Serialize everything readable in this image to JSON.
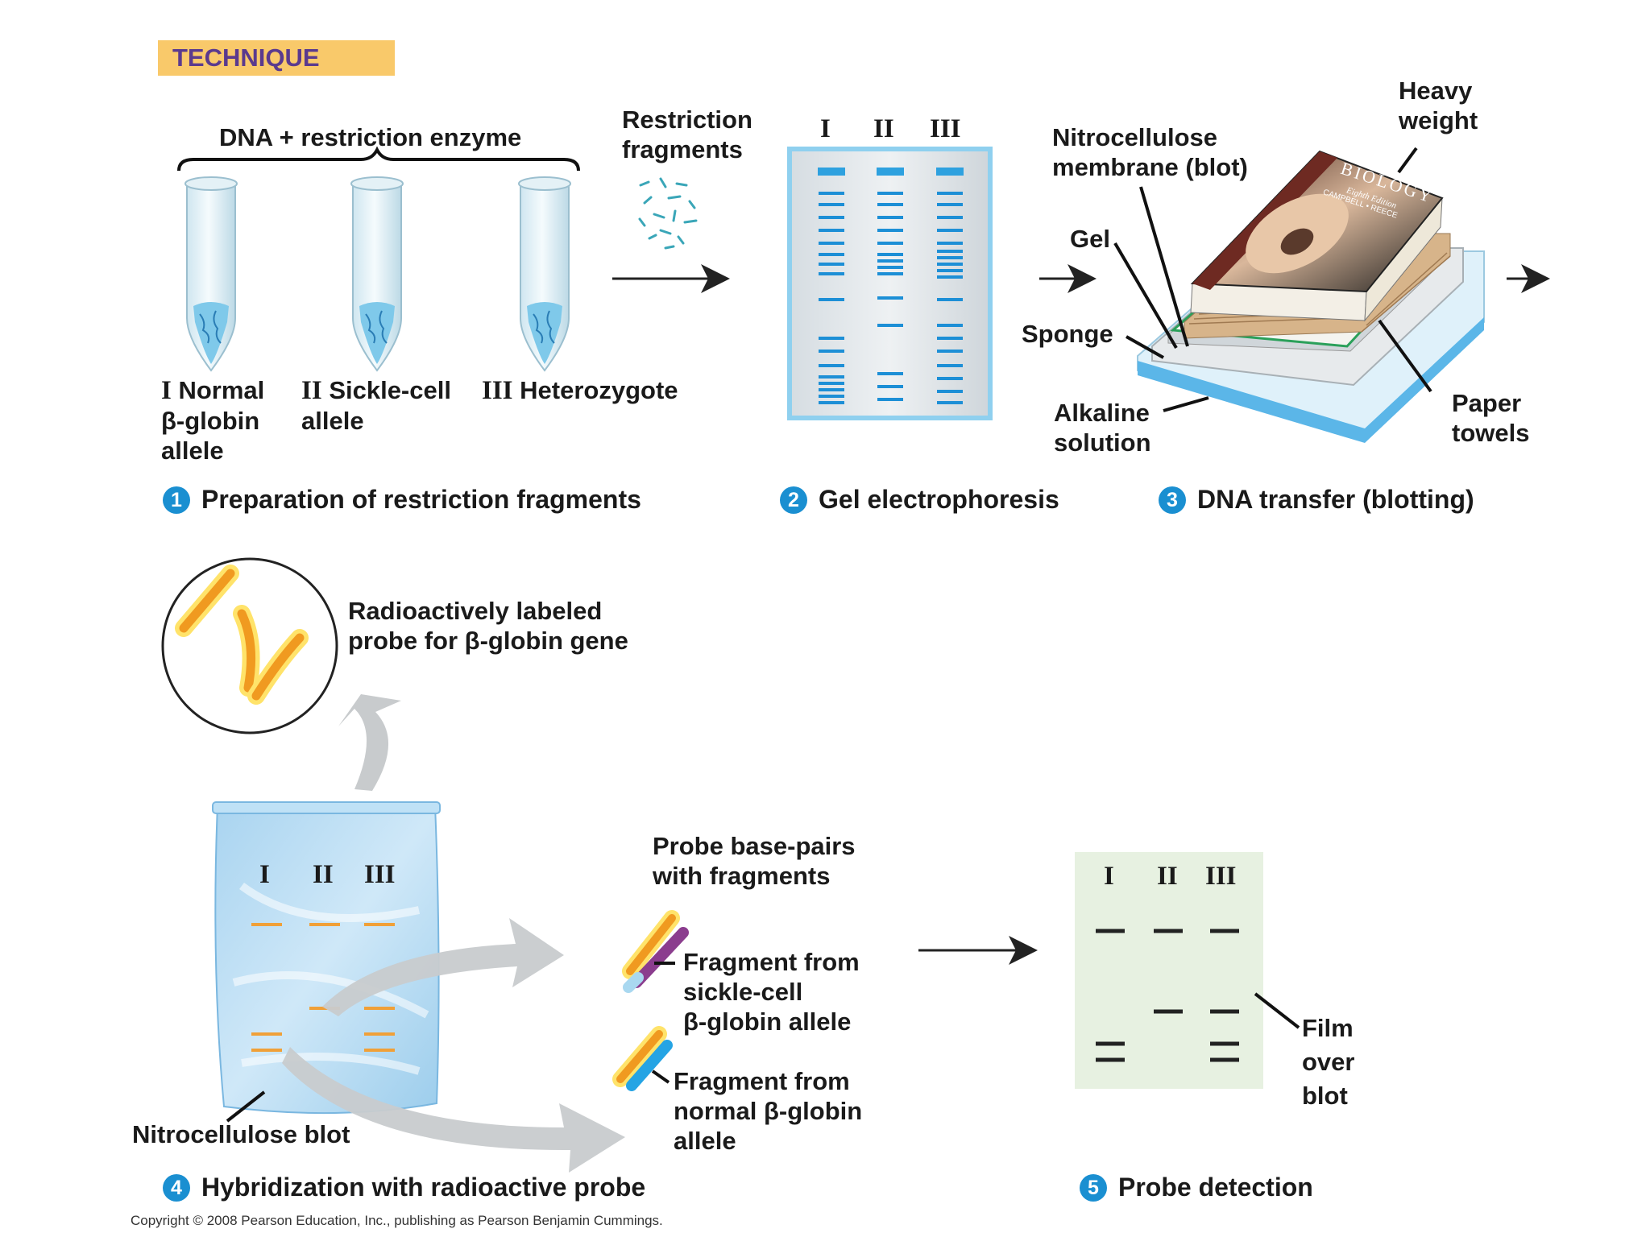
{
  "header": {
    "technique": "TECHNIQUE"
  },
  "panel1": {
    "brace_label": "DNA + restriction enzyme",
    "fragments_label": "Restriction\nfragments",
    "tubes": [
      {
        "numeral": "I",
        "label": "Normal\nβ-globin\nallele"
      },
      {
        "numeral": "II",
        "label": "Sickle-cell\nallele"
      },
      {
        "numeral": "III",
        "label": "Heterozygote"
      }
    ],
    "step": {
      "number": "1",
      "title": "Preparation of restriction fragments"
    }
  },
  "panel2": {
    "lanes": [
      "I",
      "II",
      "III"
    ],
    "step": {
      "number": "2",
      "title": "Gel electrophoresis"
    }
  },
  "panel3": {
    "labels": {
      "heavy_weight": "Heavy\nweight",
      "nitrocellulose": "Nitrocellulose\nmembrane (blot)",
      "gel": "Gel",
      "sponge": "Sponge",
      "alkaline": "Alkaline\nsolution",
      "paper_towels": "Paper\ntowels"
    },
    "book": {
      "title": "BIOLOGY",
      "edition": "Eighth Edition",
      "authors": "CAMPBELL • REECE"
    },
    "step": {
      "number": "3",
      "title": "DNA transfer (blotting)"
    }
  },
  "panel4": {
    "probe_label": "Radioactively labeled\nprobe for β-globin gene",
    "lanes": [
      "I",
      "II",
      "III"
    ],
    "blot_label": "Nitrocellulose blot",
    "basepair_label": "Probe base-pairs\nwith fragments",
    "sickle_label": "Fragment from\nsickle-cell\nβ-globin allele",
    "normal_label": "Fragment from\nnormal β-globin\nallele",
    "step": {
      "number": "4",
      "title": "Hybridization with radioactive probe"
    }
  },
  "panel5": {
    "lanes": [
      "I",
      "II",
      "III"
    ],
    "film_label": "Film\nover\nblot",
    "step": {
      "number": "5",
      "title": "Probe detection"
    }
  },
  "copyright": "Copyright © 2008 Pearson Education, Inc., publishing as Pearson Benjamin Cummings.",
  "colors": {
    "accent_blue": "#1a8fd1",
    "band_blue": "#1d8fd6",
    "probe_orange": "#f2a024",
    "technique_bg": "#f9c96a",
    "technique_text": "#5b3a8e",
    "sickle_purple": "#8b3d8e"
  }
}
